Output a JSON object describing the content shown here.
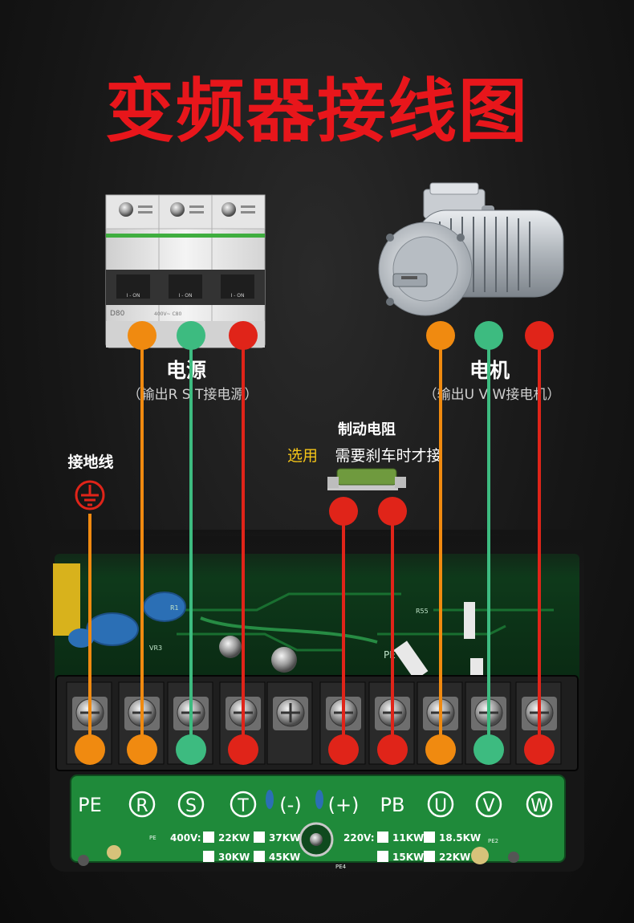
{
  "title": "变频器接线图",
  "colors": {
    "title": "#e8161b",
    "orange": "#f08a10",
    "green": "#3dbb80",
    "red": "#e02419",
    "white": "#ffffff",
    "gray_text": "#d0d0d0",
    "yellow": "#f5c518",
    "board_green": "#1f8a3a",
    "board_dark": "#0f4a1e"
  },
  "power": {
    "label": "电源",
    "sub": "（输出R S T接电源）",
    "breaker_model": "D80",
    "breaker_rating": "400V~ C80",
    "switch_text": "I - ON",
    "icon": "circuit-breaker-icon"
  },
  "motor": {
    "label": "电机",
    "sub": "（输出U V W接电机）",
    "icon": "electric-motor-icon"
  },
  "brake": {
    "label": "制动电阻",
    "optional": "选用",
    "note": "需要刹车时才接",
    "icon": "brake-resistor-icon"
  },
  "ground": {
    "label": "接地线",
    "icon": "ground-symbol-icon"
  },
  "terminals": [
    {
      "label": "PE",
      "color": "orange"
    },
    {
      "label": "R",
      "color": "orange"
    },
    {
      "label": "S",
      "color": "green"
    },
    {
      "label": "T",
      "color": "red"
    },
    {
      "label": "(-)",
      "color": ""
    },
    {
      "label": "(+)",
      "color": "red"
    },
    {
      "label": "PB",
      "color": "red"
    },
    {
      "label": "U",
      "color": "orange"
    },
    {
      "label": "V",
      "color": "green"
    },
    {
      "label": "W",
      "color": "red"
    }
  ],
  "board": {
    "v400": "400V:",
    "v220": "220V:",
    "power_400": [
      "22KW",
      "37KW",
      "30KW",
      "45KW"
    ],
    "power_220": [
      "11KW",
      "18.5KW",
      "15KW",
      "22KW"
    ],
    "pe_marks": [
      "PE",
      "PE4",
      "PE2"
    ],
    "silkscreen": [
      "R55",
      "VR3",
      "R1",
      "PE"
    ]
  }
}
